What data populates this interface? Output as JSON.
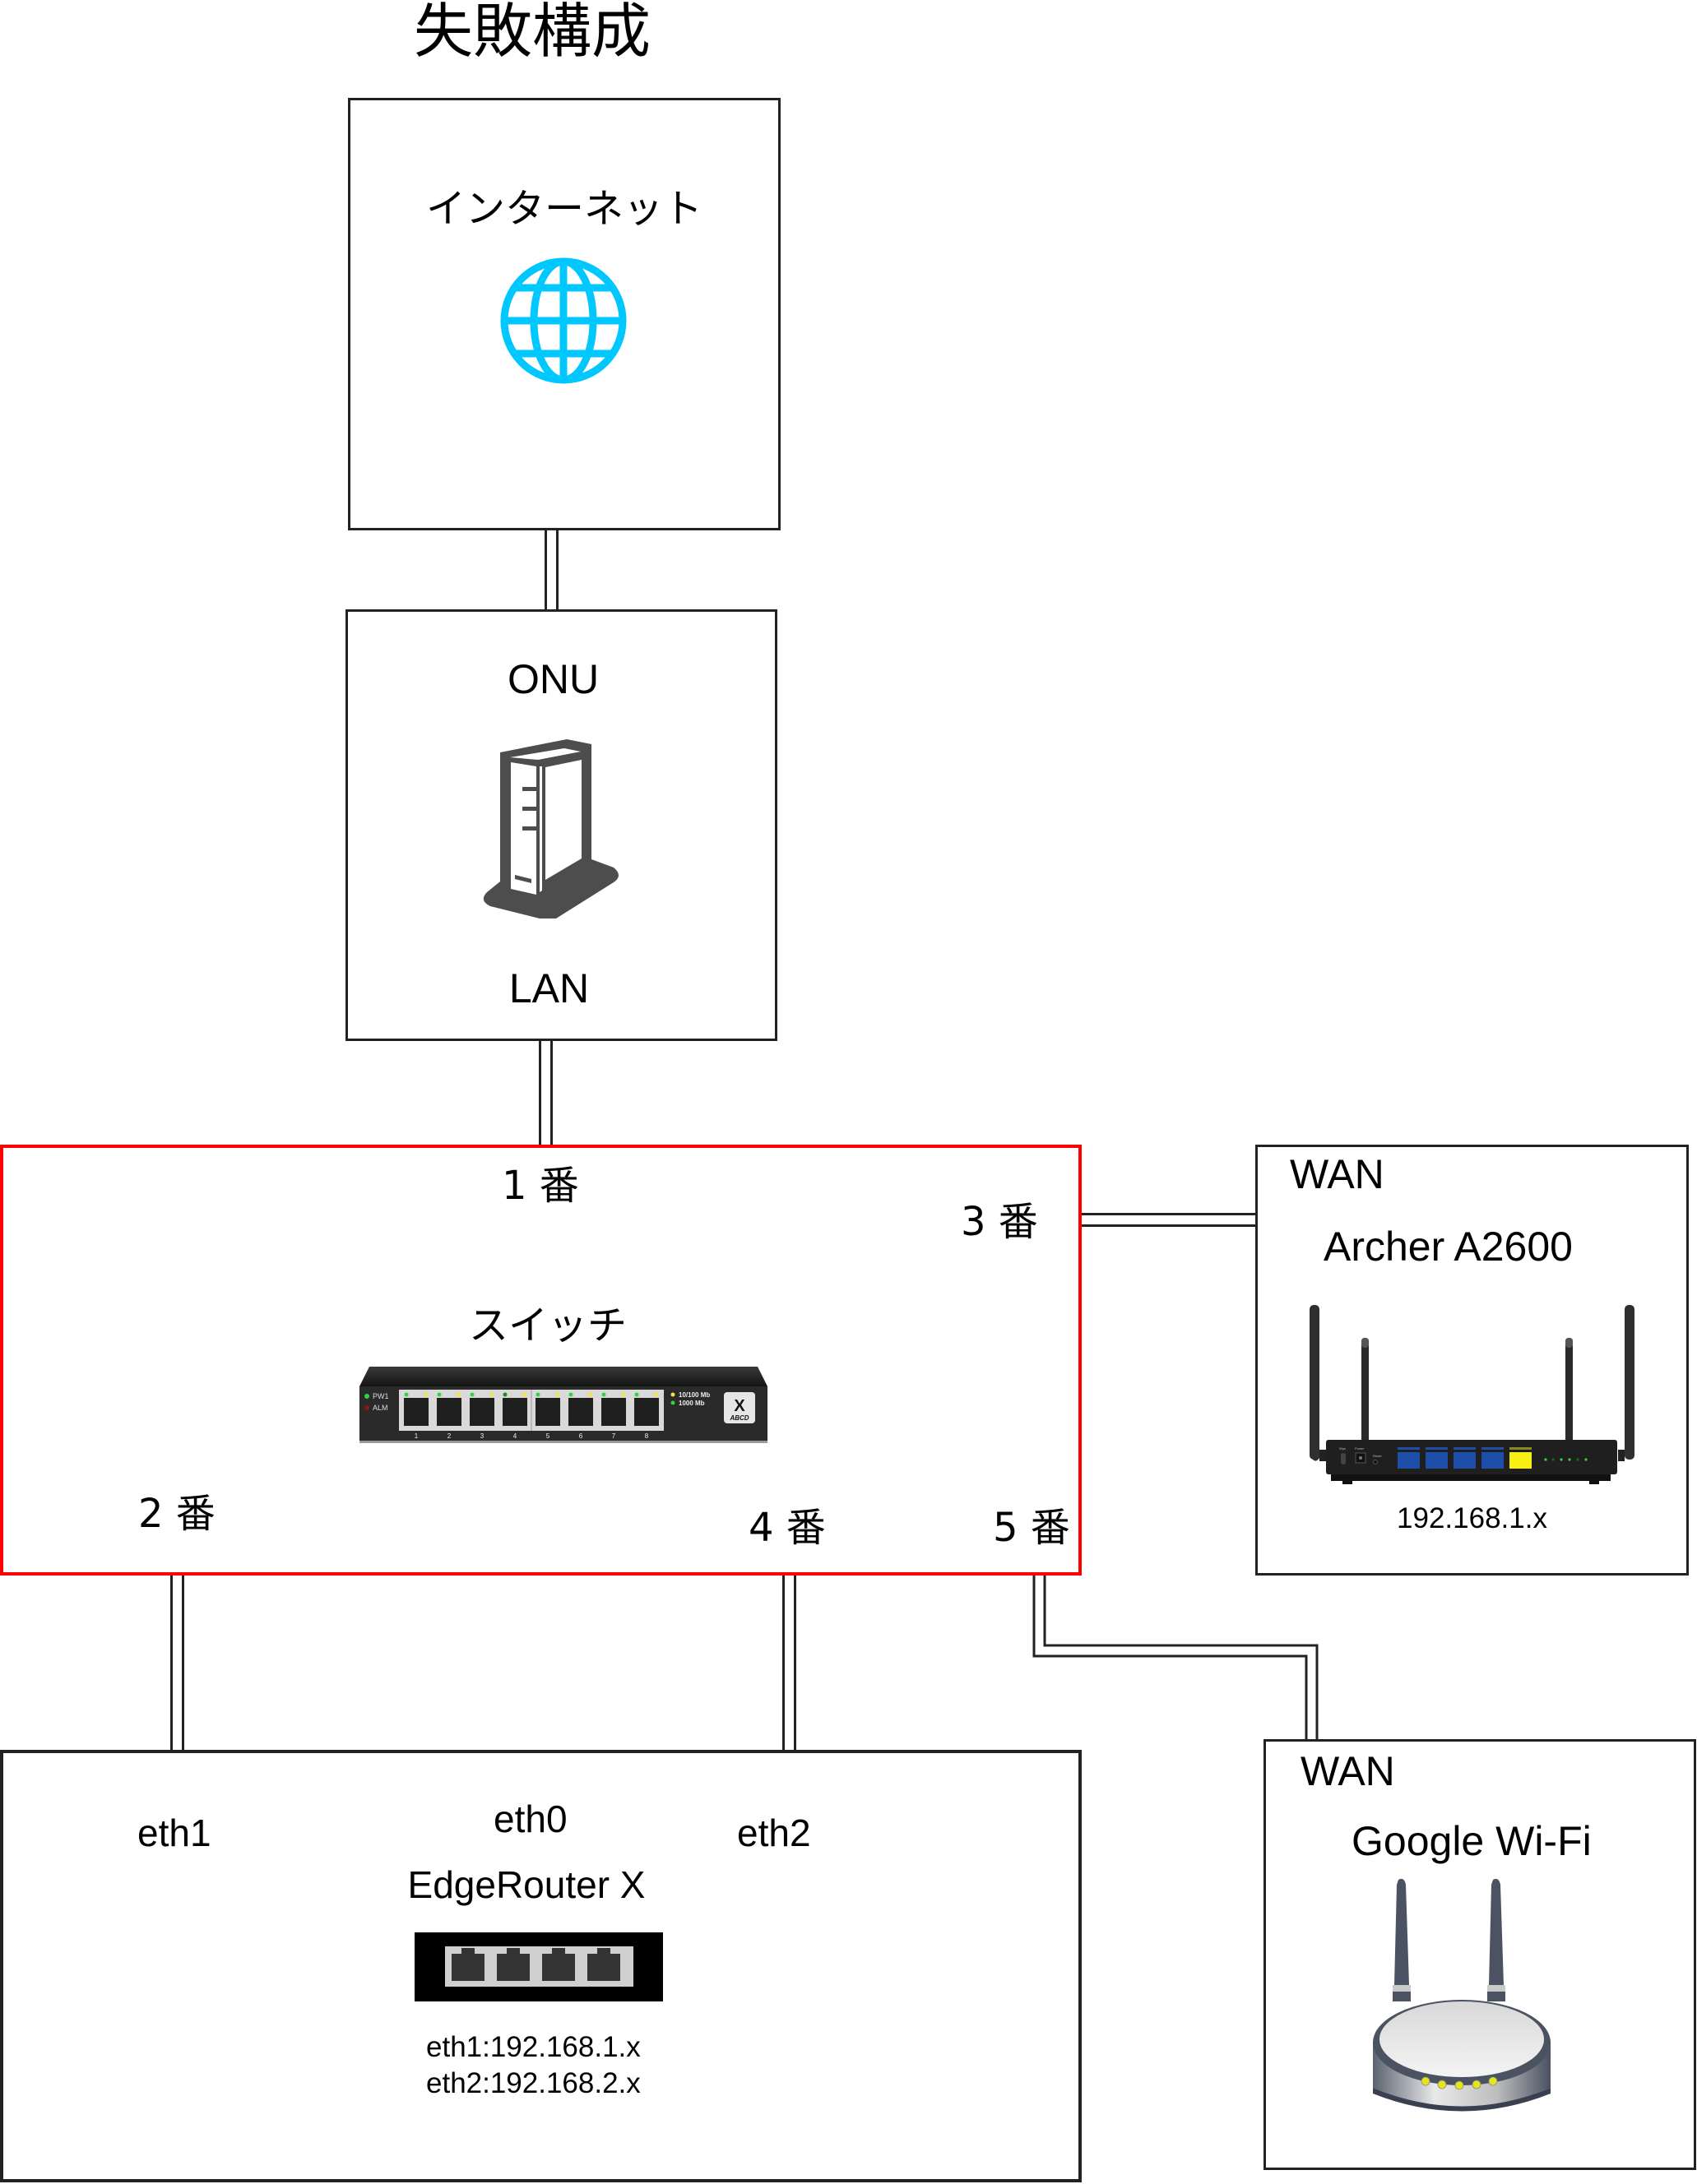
{
  "title": "失敗構成",
  "colors": {
    "switch_border": "#ff0000",
    "globe": "#00c8ff",
    "box_border": "#222222"
  },
  "internet": {
    "label": "インターネット",
    "icon": "globe-icon"
  },
  "onu": {
    "label": "ONU",
    "port_label": "LAN",
    "icon": "onu-device-icon"
  },
  "switch": {
    "label": "スイッチ",
    "icon": "8-port-switch-icon",
    "ports": [
      {
        "id": "port1",
        "label": "1 番"
      },
      {
        "id": "port2",
        "label": "2 番"
      },
      {
        "id": "port3",
        "label": "3 番"
      },
      {
        "id": "port4",
        "label": "4 番"
      },
      {
        "id": "port5",
        "label": "5 番"
      }
    ],
    "device": {
      "leds": [
        "PW1",
        "ALM"
      ],
      "port_numbers": [
        "1",
        "2",
        "3",
        "4",
        "5",
        "6",
        "7",
        "8"
      ],
      "legend": [
        "10/100 Mb",
        "1000 Mb"
      ],
      "badge": {
        "letter": "X",
        "brand": "ABCD"
      }
    }
  },
  "archer": {
    "wan_label": "WAN",
    "name": "Archer A2600",
    "ip": "192.168.1.x",
    "icon": "router-4-antenna-icon",
    "device": {
      "labels": [
        "Wps",
        "Power",
        "Reset"
      ],
      "lan_ports": [
        "1",
        "2",
        "3",
        "4"
      ],
      "wan_port": "Internet"
    }
  },
  "edgerouter": {
    "name": "EdgeRouter X",
    "ports": {
      "eth0": "eth0",
      "eth1": "eth1",
      "eth2": "eth2"
    },
    "ips": [
      "eth1:192.168.1.x",
      "eth2:192.168.2.x"
    ],
    "icon": "4-port-router-icon"
  },
  "google_wifi": {
    "wan_label": "WAN",
    "name": "Google Wi-Fi",
    "icon": "wifi-router-icon"
  }
}
